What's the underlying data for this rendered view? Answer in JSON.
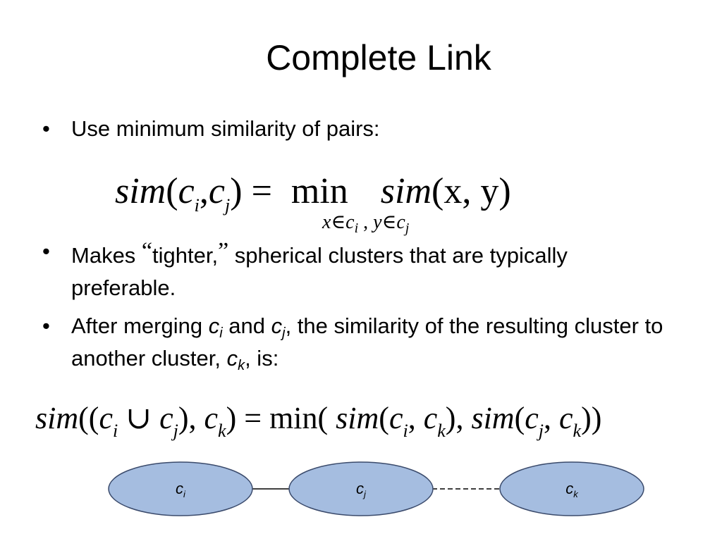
{
  "slide": {
    "title": "Complete Link",
    "bullets": [
      {
        "marker": "•",
        "parts": [
          "Use minimum similarity of pairs:"
        ]
      },
      {
        "marker": "•",
        "parts": [
          "Makes ",
          "“",
          "tighter,",
          "”",
          " spherical clusters that are typically preferable."
        ]
      },
      {
        "marker": "•",
        "parts": [
          "After merging ",
          "c",
          "i",
          " and ",
          "c",
          "j",
          ", the similarity of the resulting cluster to another cluster, ",
          "c",
          "k",
          ", is:"
        ]
      }
    ],
    "formula1": {
      "lhs_fn": "sim",
      "lhs_open": "(",
      "lhs_c1": "c",
      "lhs_sub1": "i",
      "lhs_comma": ",",
      "lhs_c2": "c",
      "lhs_sub2": "j",
      "lhs_close": ")",
      "eq": " = ",
      "op": "min",
      "rhs_fn": "sim",
      "rhs_args": "(x, y)",
      "under_x": "x",
      "under_in": "∈",
      "under_c": "c",
      "under_sub_i": "i",
      "under_sep": " , ",
      "under_y": "y",
      "under_in2": "∈",
      "under_c2": "c",
      "under_sub_j": "j"
    },
    "formula2": {
      "fn": "sim",
      "open": "((",
      "c1": "c",
      "s1": "i",
      "cup": " ∪ ",
      "c2": "c",
      "s2": "j",
      "mid": "), ",
      "c3": "c",
      "s3": "k",
      "close": ")",
      "eq": " = ",
      "op": "min(",
      "fn2": " sim",
      "o2": "(",
      "c4": "c",
      "s4": "i",
      "comma2": ", ",
      "c5": "c",
      "s5": "k",
      "cl2": "), ",
      "fn3": "sim",
      "o3": "(",
      "c6": "c",
      "s6": "j",
      "comma3": ", ",
      "c7": "c",
      "s7": "k",
      "cl3": "))"
    },
    "diagram": {
      "nodes": [
        {
          "letter": "c",
          "sub": "i"
        },
        {
          "letter": "c",
          "sub": "j"
        },
        {
          "letter": "c",
          "sub": "k"
        }
      ],
      "node_fill": "#a5bde0",
      "node_stroke": "#3a4a6b"
    }
  }
}
